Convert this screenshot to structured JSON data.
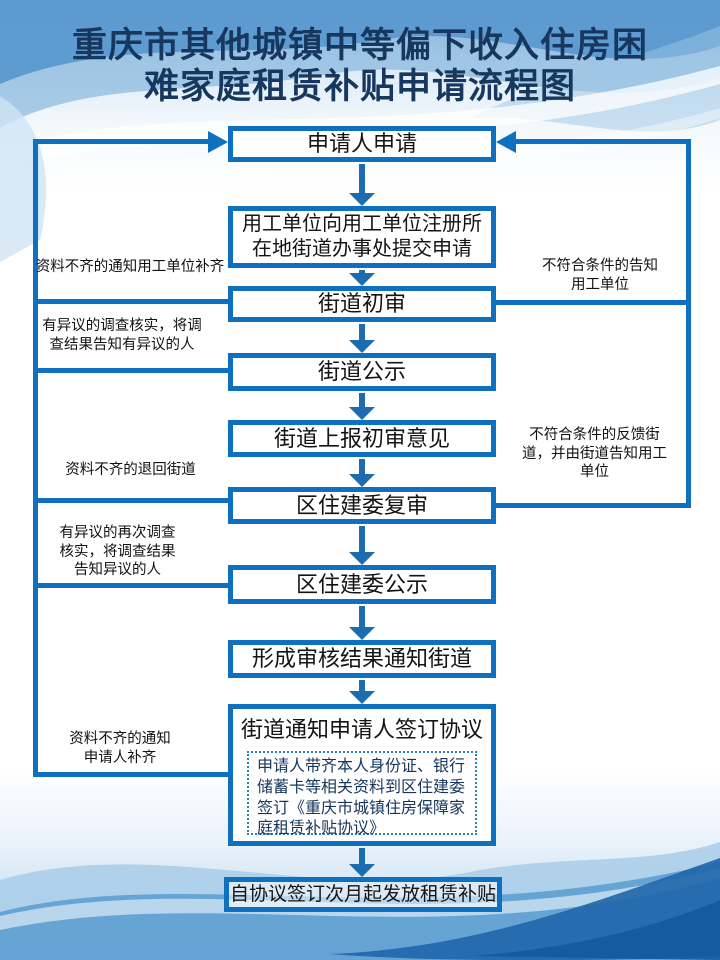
{
  "title": {
    "line1": "重庆市其他城镇中等偏下收入住房困",
    "line2": "难家庭租赁补贴申请流程图"
  },
  "flow": {
    "boxes": [
      {
        "label": "申请人申请"
      },
      {
        "label": "用工单位向用工单位注册所在地街道办事处提交申请"
      },
      {
        "label": "街道初审"
      },
      {
        "label": "街道公示"
      },
      {
        "label": "街道上报初审意见"
      },
      {
        "label": "区住建委复审"
      },
      {
        "label": "区住建委公示"
      },
      {
        "label": "形成审核结果通知街道"
      },
      {
        "label": "街道通知申请人签订协议",
        "note": "申请人带齐本人身份证、银行储蓄卡等相关资料到区住建委签订《重庆市城镇住房保障家庭租赁补贴协议》"
      },
      {
        "label": "自协议签订次月起发放租赁补贴"
      }
    ],
    "left_labels": [
      {
        "text": "资料不齐的通知用工单位补齐"
      },
      {
        "text": "有异议的调查核实，将调查结果告知有异议的人"
      },
      {
        "text": "资料不齐的退回街道"
      },
      {
        "text": "有异议的再次调查核实，将调查结果告知异议的人"
      },
      {
        "text": "资料不齐的通知申请人补齐"
      }
    ],
    "right_labels": [
      {
        "text": "不符合条件的告知用工单位"
      },
      {
        "text": "不符合条件的反馈街道，并由街道告知用工单位"
      }
    ]
  },
  "colors": {
    "box_border_blue": "#1070c0",
    "arrow_blue": "#1e6cb0",
    "title_navy": "#17375e",
    "note_navy": "#16365c",
    "box_fill": "#ffffff",
    "wave_deep_blue": "#1f66ab",
    "wave_mid_blue": "#5e9ed2",
    "wave_light_blue": "#a9cde9"
  }
}
